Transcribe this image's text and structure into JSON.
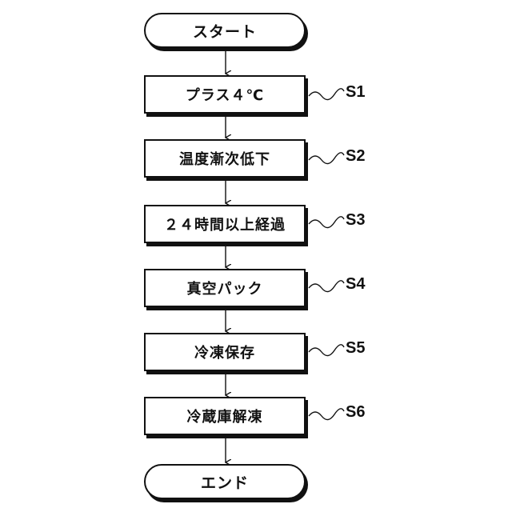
{
  "flowchart": {
    "start": "スタート",
    "end": "エンド",
    "steps": [
      {
        "text": "プラス４℃",
        "label": "S1"
      },
      {
        "text": "温度漸次低下",
        "label": "S2"
      },
      {
        "text": "２４時間以上経過",
        "label": "S3"
      },
      {
        "text": "真空パック",
        "label": "S4"
      },
      {
        "text": "冷凍保存",
        "label": "S5"
      },
      {
        "text": "冷蔵庫解凍",
        "label": "S6"
      }
    ]
  }
}
